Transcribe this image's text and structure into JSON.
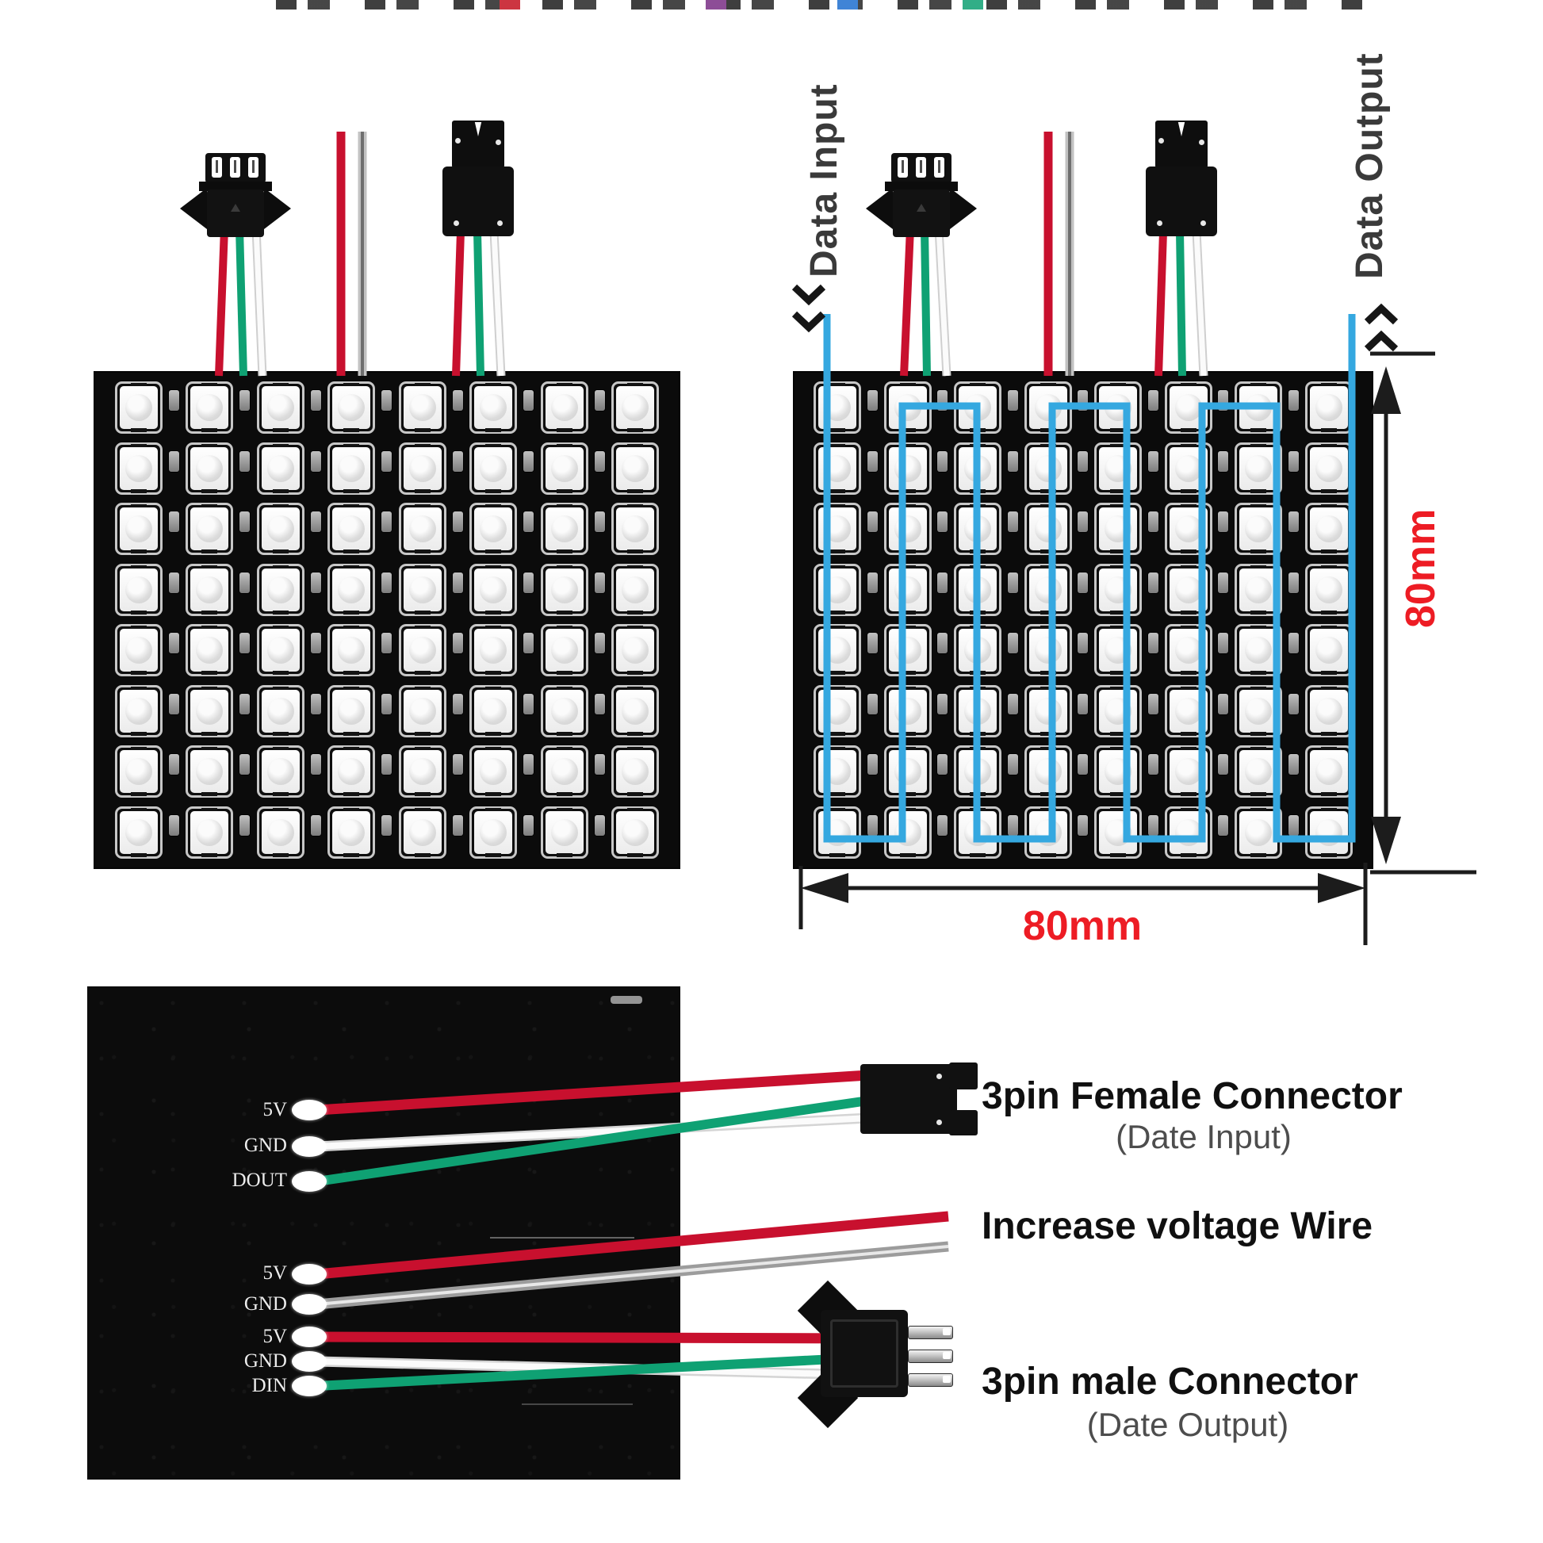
{
  "colors": {
    "wire-red": "#c8102e",
    "wire-green": "#0fa173",
    "wire-white": "#fbfbfb",
    "wire-gray": "#9c9c9c",
    "data-path-blue": "#35a8e0",
    "dimension-red": "#ed1c24",
    "annotation-black": "#101010",
    "pcb-black": "#0c0c0c"
  },
  "top_panels": {
    "left_panel": {
      "rows": 8,
      "cols": 8
    },
    "right_panel": {
      "rows": 8,
      "cols": 8,
      "data_input_label": "Data Input",
      "data_output_label": "Data Output",
      "height_dimension": "80mm",
      "width_dimension": "80mm"
    }
  },
  "bottom_board": {
    "solder_pads": {
      "group1": [
        "5V",
        "GND",
        "DOUT"
      ],
      "group2": [
        "5V",
        "GND"
      ],
      "group3": [
        "5V",
        "GND",
        "DIN"
      ]
    },
    "annotations": [
      {
        "title": "3pin Female Connector",
        "subtitle": "(Date Input)"
      },
      {
        "title": "Increase voltage Wire",
        "subtitle": ""
      },
      {
        "title": "3pin male Connector",
        "subtitle": "(Date Output)"
      }
    ]
  }
}
